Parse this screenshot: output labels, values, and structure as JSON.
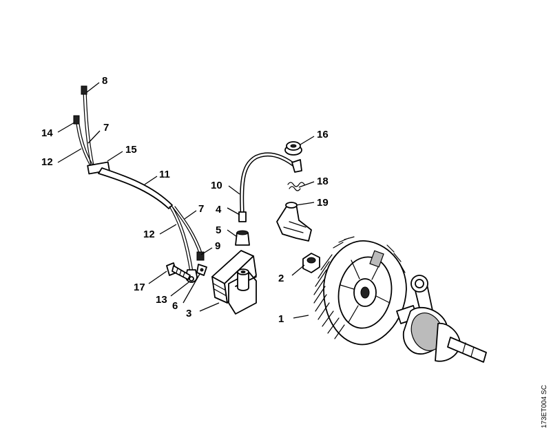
{
  "callouts": [
    {
      "id": "c1",
      "text": "1"
    },
    {
      "id": "c2",
      "text": "2"
    },
    {
      "id": "c3",
      "text": "3"
    },
    {
      "id": "c4",
      "text": "4"
    },
    {
      "id": "c5",
      "text": "5"
    },
    {
      "id": "c6",
      "text": "6"
    },
    {
      "id": "c7a",
      "text": "7"
    },
    {
      "id": "c7b",
      "text": "7"
    },
    {
      "id": "c8",
      "text": "8"
    },
    {
      "id": "c9",
      "text": "9"
    },
    {
      "id": "c10",
      "text": "10"
    },
    {
      "id": "c11",
      "text": "11"
    },
    {
      "id": "c12a",
      "text": "12"
    },
    {
      "id": "c12b",
      "text": "12"
    },
    {
      "id": "c13",
      "text": "13"
    },
    {
      "id": "c14",
      "text": "14"
    },
    {
      "id": "c15",
      "text": "15"
    },
    {
      "id": "c16",
      "text": "16"
    },
    {
      "id": "c17",
      "text": "17"
    },
    {
      "id": "c18",
      "text": "18"
    },
    {
      "id": "c19",
      "text": "19"
    }
  ],
  "drawing_code": "173ET004 SC"
}
